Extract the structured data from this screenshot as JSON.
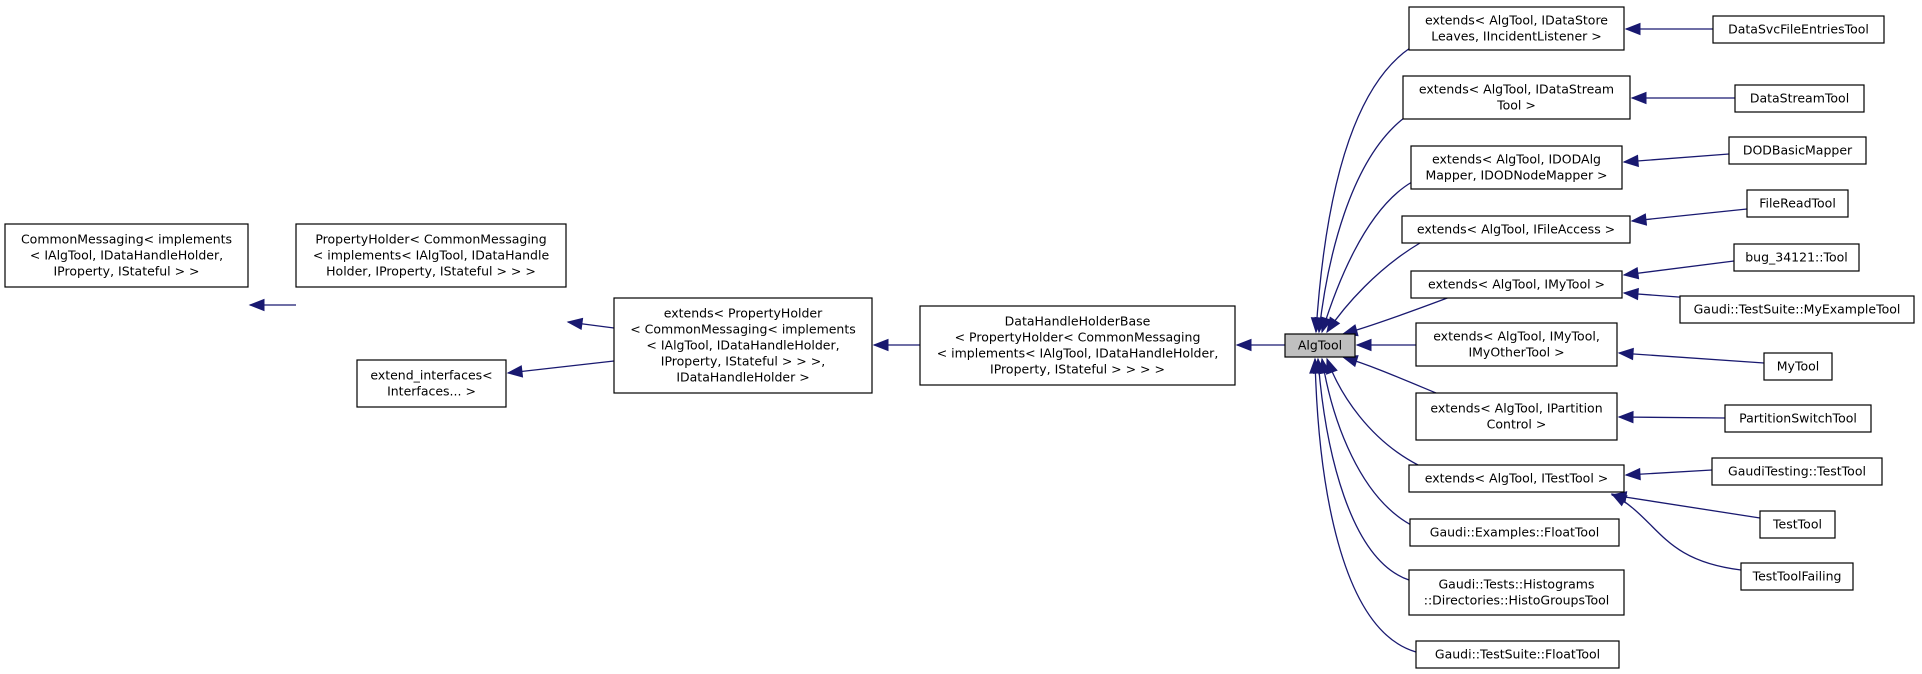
{
  "diagram": {
    "title": "",
    "edge_color": "#191970",
    "highlight_color": "#bfbfbf",
    "nodes": [
      {
        "id": "common-messaging",
        "lines": [
          "CommonMessaging< implements",
          "< IAlgTool, IDataHandleHolder,",
          "IProperty, IStateful > >"
        ]
      },
      {
        "id": "property-holder",
        "lines": [
          "PropertyHolder< CommonMessaging",
          "< implements< IAlgTool, IDataHandle",
          "Holder, IProperty, IStateful > > >"
        ]
      },
      {
        "id": "extend-interfaces",
        "lines": [
          "extend_interfaces<",
          "Interfaces... >"
        ]
      },
      {
        "id": "extends-property-holder",
        "lines": [
          "extends< PropertyHolder",
          "< CommonMessaging< implements",
          "< IAlgTool, IDataHandleHolder,",
          "IProperty, IStateful > > >,",
          "IDataHandleHolder >"
        ]
      },
      {
        "id": "data-handle-holder-base",
        "lines": [
          "DataHandleHolderBase",
          "< PropertyHolder< CommonMessaging",
          "< implements< IAlgTool, IDataHandleHolder,",
          "IProperty, IStateful > > > >"
        ]
      },
      {
        "id": "algtool",
        "lines": [
          "AlgTool"
        ],
        "highlight": true
      },
      {
        "id": "extends-datastore",
        "lines": [
          "extends< AlgTool, IDataStore",
          "Leaves, IIncidentListener >"
        ]
      },
      {
        "id": "extends-datastream",
        "lines": [
          "extends< AlgTool, IDataStream",
          "Tool >"
        ]
      },
      {
        "id": "extends-dodalg",
        "lines": [
          "extends< AlgTool, IDODAlg",
          "Mapper, IDODNodeMapper >"
        ]
      },
      {
        "id": "extends-fileaccess",
        "lines": [
          "extends< AlgTool, IFileAccess >"
        ]
      },
      {
        "id": "extends-mytool",
        "lines": [
          "extends< AlgTool, IMyTool >"
        ]
      },
      {
        "id": "extends-myothertool",
        "lines": [
          "extends< AlgTool, IMyTool,",
          "IMyOtherTool >"
        ]
      },
      {
        "id": "extends-partition",
        "lines": [
          "extends< AlgTool, IPartition",
          "Control >"
        ]
      },
      {
        "id": "extends-testtool",
        "lines": [
          "extends< AlgTool, ITestTool >"
        ]
      },
      {
        "id": "examples-floattool",
        "lines": [
          "Gaudi::Examples::FloatTool"
        ]
      },
      {
        "id": "histogroupstool",
        "lines": [
          "Gaudi::Tests::Histograms",
          "::Directories::HistoGroupsTool"
        ]
      },
      {
        "id": "testsuite-floattool",
        "lines": [
          "Gaudi::TestSuite::FloatTool"
        ]
      },
      {
        "id": "datasvcfileentriestool",
        "lines": [
          "DataSvcFileEntriesTool"
        ]
      },
      {
        "id": "datastreamtool",
        "lines": [
          "DataStreamTool"
        ]
      },
      {
        "id": "dodbasicmapper",
        "lines": [
          "DODBasicMapper"
        ]
      },
      {
        "id": "filereadtool",
        "lines": [
          "FileReadTool"
        ]
      },
      {
        "id": "bug-34121-tool",
        "lines": [
          "bug_34121::Tool"
        ]
      },
      {
        "id": "myexampletool",
        "lines": [
          "Gaudi::TestSuite::MyExampleTool"
        ]
      },
      {
        "id": "mytool",
        "lines": [
          "MyTool"
        ]
      },
      {
        "id": "partitionswitchtool",
        "lines": [
          "PartitionSwitchTool"
        ]
      },
      {
        "id": "gauditesting-testtool",
        "lines": [
          "GaudiTesting::TestTool"
        ]
      },
      {
        "id": "testtool",
        "lines": [
          "TestTool"
        ]
      },
      {
        "id": "testtoolfailing",
        "lines": [
          "TestToolFailing"
        ]
      }
    ],
    "edges": [
      {
        "from": "property-holder",
        "to": "common-messaging"
      },
      {
        "from": "extends-property-holder",
        "to": "property-holder"
      },
      {
        "from": "extends-property-holder",
        "to": "extend-interfaces"
      },
      {
        "from": "data-handle-holder-base",
        "to": "extends-property-holder"
      },
      {
        "from": "algtool",
        "to": "data-handle-holder-base"
      },
      {
        "from": "extends-datastore",
        "to": "algtool"
      },
      {
        "from": "extends-datastream",
        "to": "algtool"
      },
      {
        "from": "extends-dodalg",
        "to": "algtool"
      },
      {
        "from": "extends-fileaccess",
        "to": "algtool"
      },
      {
        "from": "extends-mytool",
        "to": "algtool"
      },
      {
        "from": "extends-myothertool",
        "to": "algtool"
      },
      {
        "from": "extends-partition",
        "to": "algtool"
      },
      {
        "from": "extends-testtool",
        "to": "algtool"
      },
      {
        "from": "examples-floattool",
        "to": "algtool"
      },
      {
        "from": "histogroupstool",
        "to": "algtool"
      },
      {
        "from": "testsuite-floattool",
        "to": "algtool"
      },
      {
        "from": "datasvcfileentriestool",
        "to": "extends-datastore"
      },
      {
        "from": "datastreamtool",
        "to": "extends-datastream"
      },
      {
        "from": "dodbasicmapper",
        "to": "extends-dodalg"
      },
      {
        "from": "filereadtool",
        "to": "extends-fileaccess"
      },
      {
        "from": "bug-34121-tool",
        "to": "extends-mytool"
      },
      {
        "from": "myexampletool",
        "to": "extends-mytool"
      },
      {
        "from": "mytool",
        "to": "extends-myothertool"
      },
      {
        "from": "partitionswitchtool",
        "to": "extends-partition"
      },
      {
        "from": "gauditesting-testtool",
        "to": "extends-testtool"
      },
      {
        "from": "testtool",
        "to": "extends-testtool"
      },
      {
        "from": "testtoolfailing",
        "to": "extends-testtool"
      }
    ]
  }
}
